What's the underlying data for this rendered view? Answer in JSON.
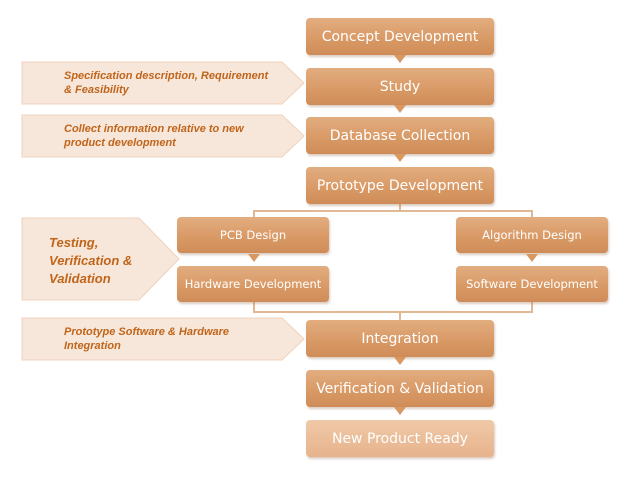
{
  "colors": {
    "box_fill": "#d99a66",
    "box_final_fill": "#e6b38c",
    "callout_fill": "#f7e6da",
    "callout_text": "#c0651a",
    "connector": "#e2b894"
  },
  "main_flow": [
    {
      "id": "concept",
      "label": "Concept Development"
    },
    {
      "id": "study",
      "label": "Study"
    },
    {
      "id": "database",
      "label": "Database Collection"
    },
    {
      "id": "prototype",
      "label": "Prototype Development"
    },
    {
      "id": "integration",
      "label": "Integration"
    },
    {
      "id": "verification",
      "label": "Verification & Validation"
    },
    {
      "id": "ready",
      "label": "New Product Ready"
    }
  ],
  "branches": {
    "hardware": [
      {
        "id": "pcb",
        "label": "PCB Design"
      },
      {
        "id": "hw",
        "label": "Hardware Development"
      }
    ],
    "software": [
      {
        "id": "algo",
        "label": "Algorithm Design"
      },
      {
        "id": "sw",
        "label": "Software Development"
      }
    ]
  },
  "callouts": [
    {
      "target": "study",
      "text": "Specification description, Requirement & Feasibility"
    },
    {
      "target": "database",
      "text": "Collect information relative to new product development"
    },
    {
      "target": "branches",
      "text": "Testing, Verification & Validation"
    },
    {
      "target": "integration",
      "text": "Prototype Software & Hardware Integration"
    }
  ]
}
